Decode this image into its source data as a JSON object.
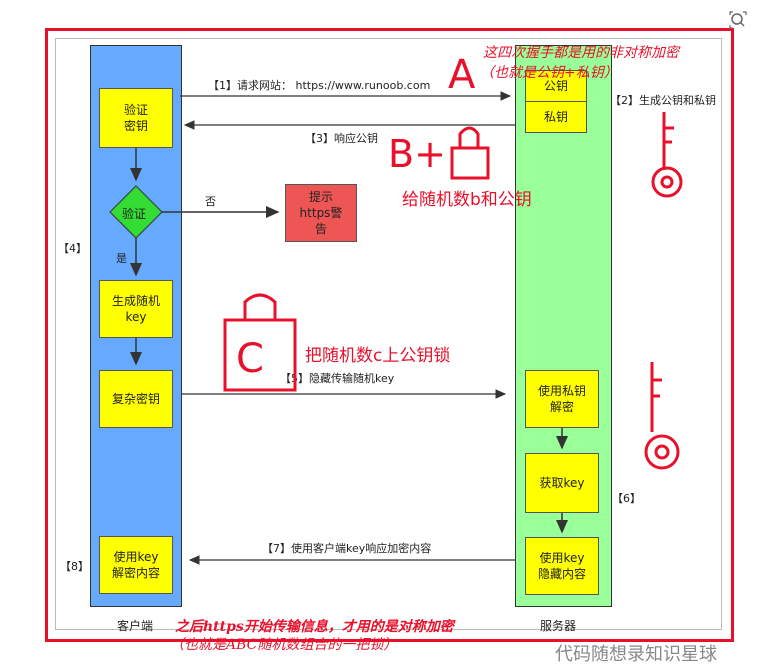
{
  "client": {
    "label": "客户端",
    "box_verify_key": "验证\n密钥",
    "diamond_verify": "验证",
    "box_gen_random": "生成随机\nkey",
    "box_encrypt": "复杂密钥",
    "box_decrypt": "使用key\n解密内容"
  },
  "server": {
    "label": "服务器",
    "box_public_key": "公钥",
    "box_private_key": "私钥",
    "box_decrypt_private": "使用私钥\n解密",
    "box_get_key": "获取key",
    "box_hide_content": "使用key\n隐藏内容"
  },
  "warning_box": "提示\nhttps警\n告",
  "steps": {
    "s1": "【1】请求网站： https://www.runoob.com",
    "s2": "【2】生成公钥和私钥",
    "s3": "【3】响应公钥",
    "s4": "【4】",
    "s5": "【5】隐藏传输随机key",
    "s6": "【6】",
    "s7": "【7】使用客户端key响应加密内容",
    "s8": "【8】",
    "no": "否",
    "yes": "是"
  },
  "annotations": {
    "top_note_1": "这四次握手都是用的非对称加密",
    "top_note_2": "（也就是公钥+私钥）",
    "letter_a": "A",
    "letter_b": "B+",
    "note_b": "给随机数b和公钥",
    "letter_c": "C",
    "note_c": "把随机数c上公钥锁",
    "bottom_note_1": "之后https开始传输信息，才用的是对称加密",
    "bottom_note_2": "（也就是ABC随机数组合的一把锁）"
  },
  "watermark": "代码随想录知识星球",
  "colors": {
    "client_lane": "#66aaff",
    "server_lane": "#99ff99",
    "box": "#ffff00",
    "diamond": "#33dd33",
    "warning": "#ee5555",
    "annotation": "#e8102a"
  },
  "icons": [
    "zoom-icon",
    "padlock-icon",
    "key-icon"
  ]
}
